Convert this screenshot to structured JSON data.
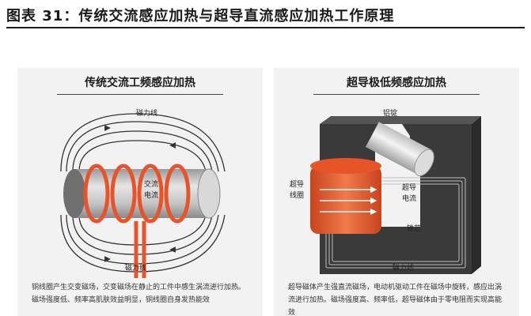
{
  "figure_title": "图表 31：传统交流感应加热与超导直流感应加热工作原理",
  "left_panel": {
    "title": "传统交流工频感应加热",
    "label_top": "磁力线",
    "label_bottom": "磁力线",
    "label_center_1": "交流",
    "label_center_2": "电流",
    "caption": "铜线圈产生交变磁场，交变磁场在静止的工件中感生涡流进行加热。磁场强度低、频率高肌肤效益明显，铜线圈自身发热能效"
  },
  "right_panel": {
    "title": "超导极低频感应加热",
    "label_workpiece": "铝锭",
    "label_coil_1": "超导",
    "label_coil_2": "线圈",
    "label_current_1": "超导",
    "label_current_2": "电流",
    "label_core": "铁芯",
    "label_bottom": "磁力线",
    "caption": "超导磁体产生强直流磁场，电动机驱动工件在磁场中旋转，感应出涡流进行加热。磁场强度高、频率低，超导磁体由于零电阻而实现高能效"
  },
  "colors": {
    "coil_orange": "#e8542a",
    "line_dark": "#333333",
    "core_dark": "#3a3a3a",
    "panel_bg": "#f2f2f2"
  }
}
